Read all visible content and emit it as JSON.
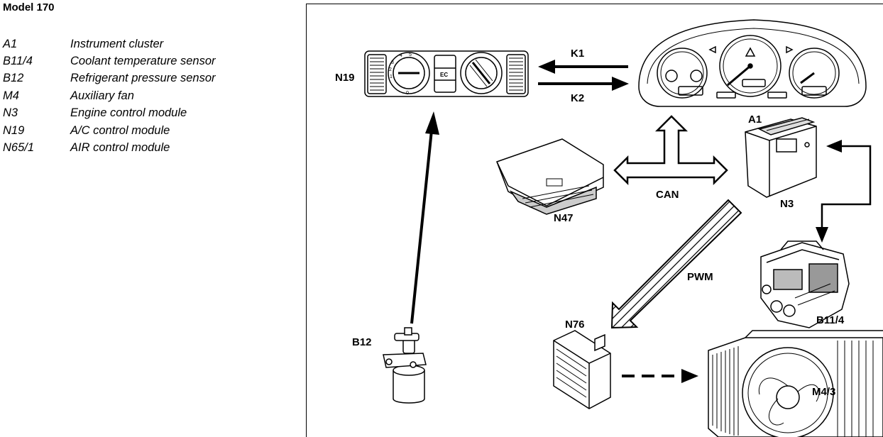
{
  "title": "Model 170",
  "legend": [
    {
      "code": "A1",
      "description": "Instrument cluster"
    },
    {
      "code": "B11/4",
      "description": "Coolant temperature sensor"
    },
    {
      "code": "B12",
      "description": "Refrigerant pressure sensor"
    },
    {
      "code": "M4",
      "description": "Auxiliary fan"
    },
    {
      "code": "N3",
      "description": "Engine control module"
    },
    {
      "code": "N19",
      "description": "A/C control module"
    },
    {
      "code": "N65/1",
      "description": "AIR control module"
    }
  ],
  "diagram": {
    "labels": {
      "n19": "N19",
      "k1": "K1",
      "k2": "K2",
      "a1": "A1",
      "can": "CAN",
      "n47": "N47",
      "n3": "N3",
      "pwm": "PWM",
      "b11_4": "B11/4",
      "n76": "N76",
      "b12": "B12",
      "m4_3": "M4/3"
    },
    "panel_text": {
      "ec": "EC",
      "d1": "1",
      "d2": "2",
      "d3": "3",
      "d4": "4",
      "d5": "5",
      "d0": "0"
    }
  }
}
